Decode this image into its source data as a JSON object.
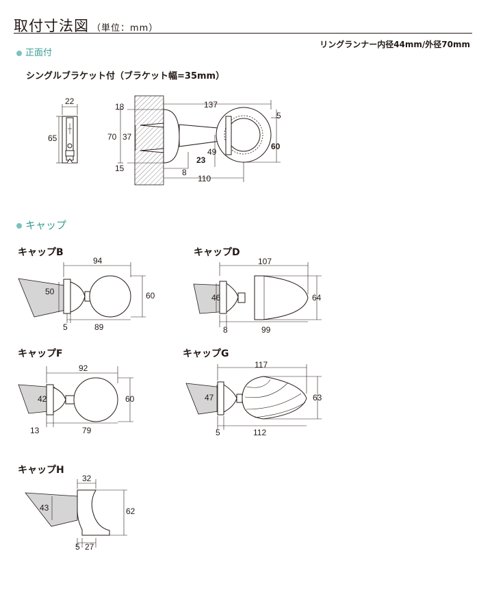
{
  "header": {
    "title": "取付寸法図",
    "unit": "（単位：mm）",
    "spec": "リングランナー内径44mm/外径70mm"
  },
  "section_front": {
    "label": "正面付",
    "subtitle": "シングルブラケット付（ブラケット幅=35mm）"
  },
  "bracket_side": {
    "w": "22",
    "h": "65"
  },
  "bracket_main": {
    "d137": "137",
    "d18": "18",
    "d70": "70",
    "d37": "37",
    "d15": "15",
    "d5": "5",
    "d60": "60",
    "d49": "49",
    "d23": "23",
    "d8": "8",
    "d110": "110"
  },
  "section_cap": {
    "label": "キャップ"
  },
  "capB": {
    "title": "キャップB",
    "d94": "94",
    "d50": "50",
    "d60": "60",
    "d5": "5",
    "d89": "89"
  },
  "capD": {
    "title": "キャップD",
    "d107": "107",
    "d46": "46",
    "d64": "64",
    "d8": "8",
    "d99": "99"
  },
  "capF": {
    "title": "キャップF",
    "d92": "92",
    "d42": "42",
    "d60": "60",
    "d13": "13",
    "d79": "79"
  },
  "capG": {
    "title": "キャップG",
    "d117": "117",
    "d47": "47",
    "d63": "63",
    "d5": "5",
    "d112": "112"
  },
  "capH": {
    "title": "キャップH",
    "d32": "32",
    "d43": "43",
    "d62": "62",
    "d5": "5",
    "d27": "27"
  }
}
